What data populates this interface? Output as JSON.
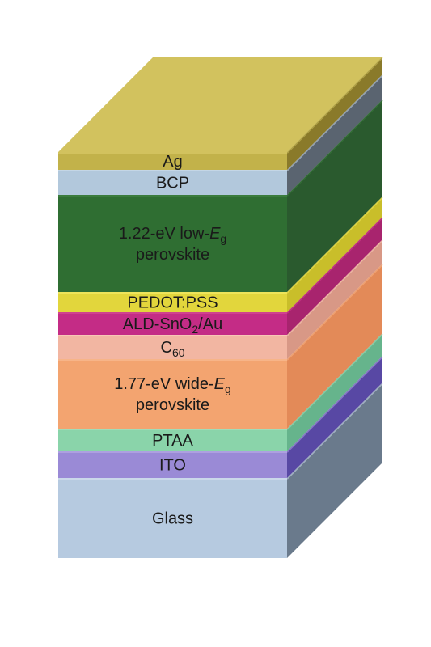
{
  "layers": [
    {
      "id": "ag",
      "lines": [
        [
          {
            "t": "Ag"
          }
        ]
      ],
      "front": "#c2b24a",
      "side": "#8a7a2a",
      "top": "#d2c25e"
    },
    {
      "id": "bcp",
      "lines": [
        [
          {
            "t": "BCP"
          }
        ]
      ],
      "front": "#b2c8dc",
      "side": "#5a6470",
      "top": "#c4d6e6"
    },
    {
      "id": "low-eg-perovskite",
      "lines": [
        [
          {
            "t": "1.22-eV low-"
          },
          {
            "t": "E",
            "italic": true
          },
          {
            "t": "g",
            "sub": true
          }
        ],
        [
          {
            "t": "perovskite"
          }
        ]
      ],
      "front": "#2f6e32",
      "side": "#2a5a2e",
      "top": "#3b7c3d"
    },
    {
      "id": "pedot-pss",
      "lines": [
        [
          {
            "t": "PEDOT:PSS"
          }
        ]
      ],
      "front": "#e2d63c",
      "side": "#c9be2a",
      "top": "#eee45a"
    },
    {
      "id": "ald-sno2-au",
      "lines": [
        [
          {
            "t": "ALD-SnO"
          },
          {
            "t": "2",
            "sub": true
          },
          {
            "t": "/Au"
          }
        ]
      ],
      "front": "#c42c86",
      "side": "#a8246e",
      "top": "#d0428f"
    },
    {
      "id": "c60",
      "lines": [
        [
          {
            "t": "C"
          },
          {
            "t": "60",
            "sub": true
          }
        ]
      ],
      "front": "#f2b6a2",
      "side": "#d89886",
      "top": "#f8c8b6"
    },
    {
      "id": "wide-eg-perovskite",
      "lines": [
        [
          {
            "t": "1.77-eV wide-"
          },
          {
            "t": "E",
            "italic": true
          },
          {
            "t": "g",
            "sub": true
          }
        ],
        [
          {
            "t": "perovskite"
          }
        ]
      ],
      "front": "#f3a470",
      "side": "#e38a58",
      "top": "#f7b488"
    },
    {
      "id": "ptaa",
      "lines": [
        [
          {
            "t": "PTAA"
          }
        ]
      ],
      "front": "#8ad4aa",
      "side": "#66b48c",
      "top": "#a0dcb8"
    },
    {
      "id": "ito",
      "lines": [
        [
          {
            "t": "ITO"
          }
        ]
      ],
      "front": "#9a8ad6",
      "side": "#5848a4",
      "top": "#ada0e0"
    },
    {
      "id": "glass",
      "lines": [
        [
          {
            "t": "Glass"
          }
        ]
      ],
      "front": "#b6cae0",
      "side": "#6a7a8c",
      "top": "#cad8ea"
    }
  ]
}
